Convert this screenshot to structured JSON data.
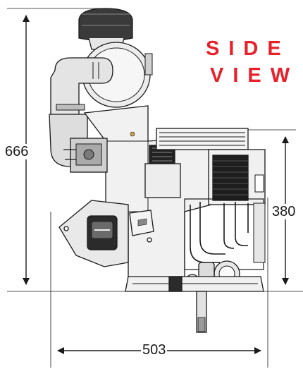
{
  "title": {
    "line1": "SIDE",
    "line2": "VIEW",
    "color": "#e8202a"
  },
  "dimensions": {
    "overall_height": "666",
    "base_to_top": "380",
    "overall_width": "503"
  },
  "colors": {
    "ink": "#1a1a1a",
    "metal": "#d9d9d9",
    "dark": "#2b2b2b"
  }
}
